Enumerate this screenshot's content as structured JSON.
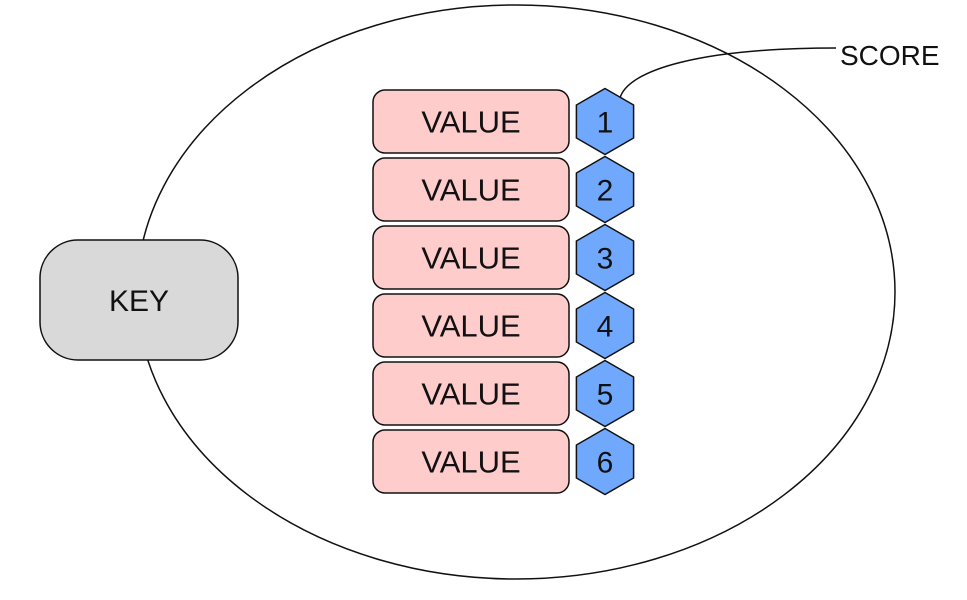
{
  "key": {
    "label": "KEY"
  },
  "score": {
    "label": "SCORE"
  },
  "entries": [
    {
      "value": "VALUE",
      "score": "1"
    },
    {
      "value": "VALUE",
      "score": "2"
    },
    {
      "value": "VALUE",
      "score": "3"
    },
    {
      "value": "VALUE",
      "score": "4"
    },
    {
      "value": "VALUE",
      "score": "5"
    },
    {
      "value": "VALUE",
      "score": "6"
    }
  ],
  "colors": {
    "key_fill": "#d9d9d9",
    "value_fill": "#ffcccc",
    "score_fill": "#6fa8fc",
    "stroke": "#111111"
  }
}
